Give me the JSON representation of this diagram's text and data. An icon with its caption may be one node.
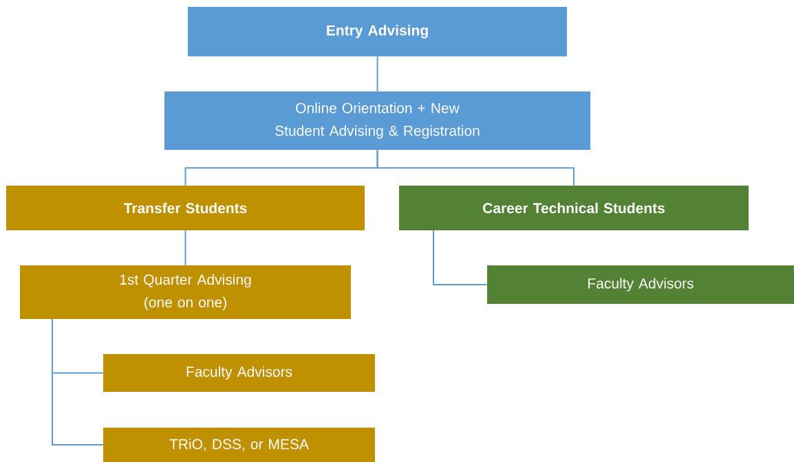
{
  "diagram": {
    "nodes": [
      {
        "text": [
          "**Entry Advising**"
        ]
      },
      {
        "text": [
          "Online Orientation + New Student Advising & Registration"
        ]
      },
      {
        "text": [
          "**Transfer Students**"
        ]
      },
      {
        "text": [
          "**Career Technical Students**"
        ]
      },
      {
        "text": [
          "1st Quarter Advising (one on one)"
        ]
      },
      {
        "text": [
          "Faculty Advisors"
        ]
      },
      {
        "text": [
          "Faculty Advisors"
        ]
      },
      {
        "text": [
          "TRiO, DSS, or MESA"
        ]
      }
    ],
    "edges": [
      {
        "from": 0,
        "to": 1,
        "arrow": "none"
      },
      {
        "from": 1,
        "to": 2,
        "arrow": "none"
      },
      {
        "from": 1,
        "to": 3,
        "arrow": "none"
      },
      {
        "from": 3,
        "to": 5,
        "arrow": "none"
      },
      {
        "from": 2,
        "to": 4,
        "arrow": "none"
      },
      {
        "from": 4,
        "to": 6,
        "arrow": "none"
      },
      {
        "from": 4,
        "to": 7,
        "arrow": "none"
      }
    ]
  }
}
